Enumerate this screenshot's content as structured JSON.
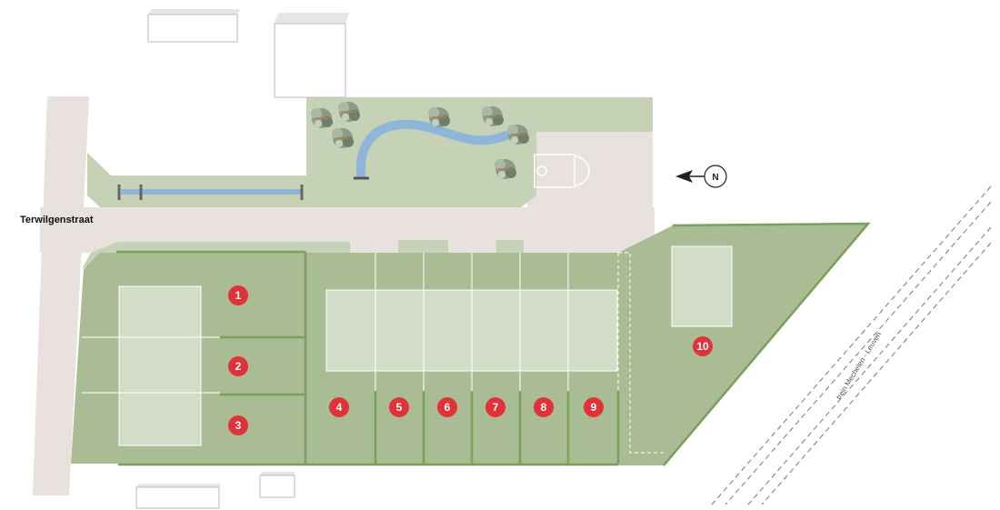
{
  "streets": {
    "main_street": "Terwilgenstraat"
  },
  "railway": {
    "label": "trein Mechelen - Leuven"
  },
  "compass": {
    "letter": "N",
    "icon": "north-arrow-icon"
  },
  "plots": [
    {
      "number": "1"
    },
    {
      "number": "2"
    },
    {
      "number": "3"
    },
    {
      "number": "4"
    },
    {
      "number": "5"
    },
    {
      "number": "6"
    },
    {
      "number": "7"
    },
    {
      "number": "8"
    },
    {
      "number": "9"
    },
    {
      "number": "10"
    }
  ],
  "colors": {
    "road": "#e8e1dd",
    "plot_green": "#a9bc94",
    "park_green": "#c5d2b5",
    "house_footprint": "#d3dcc6",
    "water": "#8fb5d9",
    "marker": "#e1323a",
    "hedge": "#7ba05b",
    "building": "#ffffff"
  }
}
